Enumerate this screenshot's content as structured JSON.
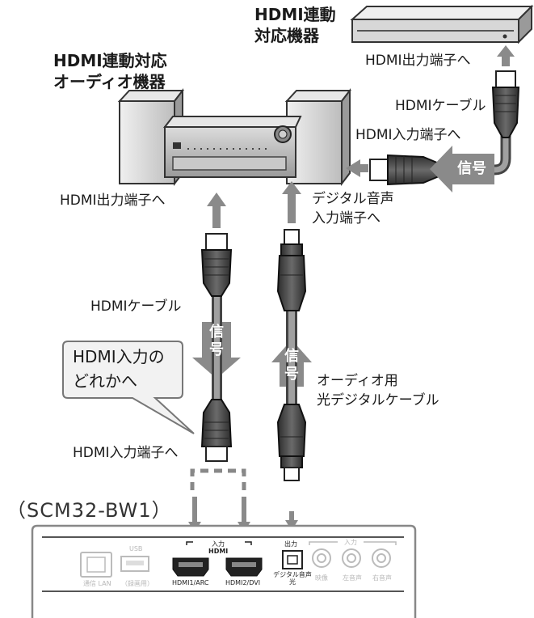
{
  "devices": {
    "audio": [
      "HDMI連動対応",
      "オーディオ機器"
    ],
    "player": [
      "HDMI連動",
      "対応機器"
    ]
  },
  "labels": {
    "player_out": "HDMI出力端子へ",
    "player_cable": "HDMIケーブル",
    "audio_in": "HDMI入力端子へ",
    "audio_out": "HDMI出力端子へ",
    "digital_in": [
      "デジタル音声",
      "入力端子へ"
    ],
    "hdmi_cable": "HDMIケーブル",
    "optical_cable": [
      "オーディオ用",
      "光デジタルケーブル"
    ],
    "tv_in": "HDMI入力端子へ",
    "callout": [
      "HDMI入力の",
      "どれかへ"
    ],
    "signal": [
      "信",
      "号"
    ],
    "signal_h": "信号"
  },
  "tv": {
    "model": "（SCM32-BW1）",
    "ports": {
      "lan_label": "通信  LAN",
      "usb_label": "USB",
      "usb_sub": "（録画用）",
      "input_header": "入力",
      "hdmi_logo": "HDMI",
      "hdmi1": "HDMI1/ARC",
      "hdmi2": "HDMI2/DVI",
      "output_header": "出力",
      "optical": [
        "デジタル音声",
        "光"
      ],
      "analog_header": "入力",
      "video": "映像",
      "audio_l": "左音声",
      "audio_r": "右音声"
    }
  }
}
